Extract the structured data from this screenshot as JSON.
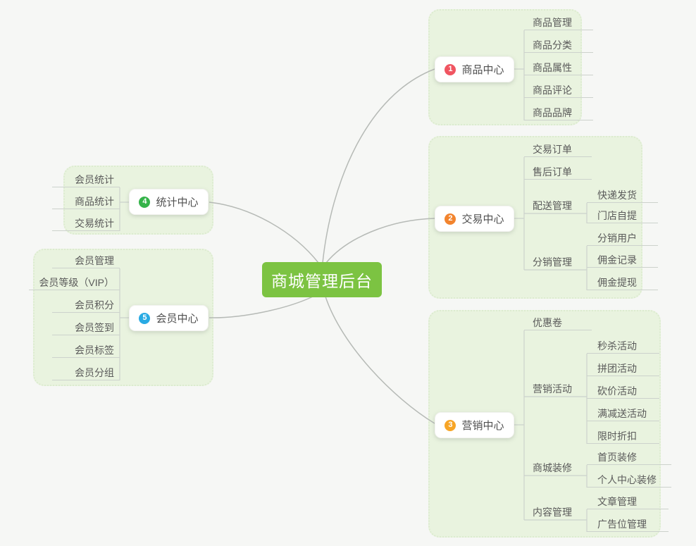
{
  "mindmap": {
    "root": {
      "label": "商城管理后台"
    },
    "branches": [
      {
        "num": "1",
        "label": "商品中心",
        "badge_color": "#f05561",
        "children": [
          {
            "label": "商品管理"
          },
          {
            "label": "商品分类"
          },
          {
            "label": "商品属性"
          },
          {
            "label": "商品评论"
          },
          {
            "label": "商品品牌"
          }
        ]
      },
      {
        "num": "2",
        "label": "交易中心",
        "badge_color": "#f2842e",
        "children": [
          {
            "label": "交易订单"
          },
          {
            "label": "售后订单"
          },
          {
            "label": "配送管理",
            "children": [
              {
                "label": "快递发货"
              },
              {
                "label": "门店自提"
              }
            ]
          },
          {
            "label": "分销管理",
            "children": [
              {
                "label": "分销用户"
              },
              {
                "label": "佣金记录"
              },
              {
                "label": "佣金提现"
              }
            ]
          }
        ]
      },
      {
        "num": "3",
        "label": "营销中心",
        "badge_color": "#f7a526",
        "children": [
          {
            "label": "优惠卷"
          },
          {
            "label": "营销活动",
            "children": [
              {
                "label": "秒杀活动"
              },
              {
                "label": "拼团活动"
              },
              {
                "label": "砍价活动"
              },
              {
                "label": "满减送活动"
              },
              {
                "label": "限时折扣"
              }
            ]
          },
          {
            "label": "商城装修",
            "children": [
              {
                "label": "首页装修"
              },
              {
                "label": "个人中心装修"
              }
            ]
          },
          {
            "label": "内容管理",
            "children": [
              {
                "label": "文章管理"
              },
              {
                "label": "广告位管理"
              }
            ]
          }
        ]
      },
      {
        "num": "4",
        "label": "统计中心",
        "badge_color": "#35b34a",
        "children": [
          {
            "label": "会员统计"
          },
          {
            "label": "商品统计"
          },
          {
            "label": "交易统计"
          }
        ]
      },
      {
        "num": "5",
        "label": "会员中心",
        "badge_color": "#29aae3",
        "children": [
          {
            "label": "会员管理"
          },
          {
            "label": "会员等级（VIP）"
          },
          {
            "label": "会员积分"
          },
          {
            "label": "会员签到"
          },
          {
            "label": "会员标签"
          },
          {
            "label": "会员分组"
          }
        ]
      }
    ]
  },
  "colors": {
    "background": "#f6f7f5",
    "panel_bg": "#e9f3df",
    "panel_border": "#dcebcf",
    "root_bg": "#7cc342",
    "root_text": "#ffffff",
    "node_text": "#4f4f4f",
    "leaf_text": "#5a5a5a",
    "bracket_line": "#ccd2cc",
    "curve_line": "#b6bab6",
    "badge_product": "#f05561",
    "badge_trade": "#f2842e",
    "badge_marketing": "#f7a526",
    "badge_stats": "#35b34a",
    "badge_member": "#29aae3"
  }
}
